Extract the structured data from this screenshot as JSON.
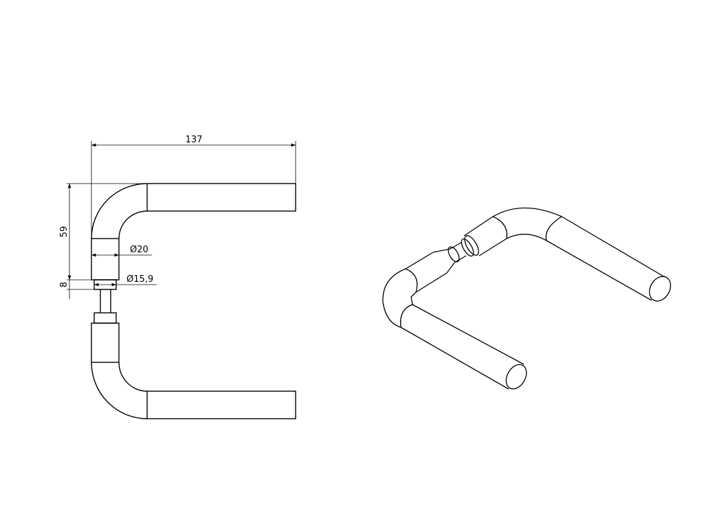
{
  "drawing": {
    "front_view": {
      "dimensions": {
        "overall_length": "137",
        "height": "59",
        "collar_length": "8",
        "rose_diameter": "Ø20",
        "collar_diameter": "Ø15,9"
      }
    },
    "isometric_view": {},
    "line_color": "#000000"
  }
}
